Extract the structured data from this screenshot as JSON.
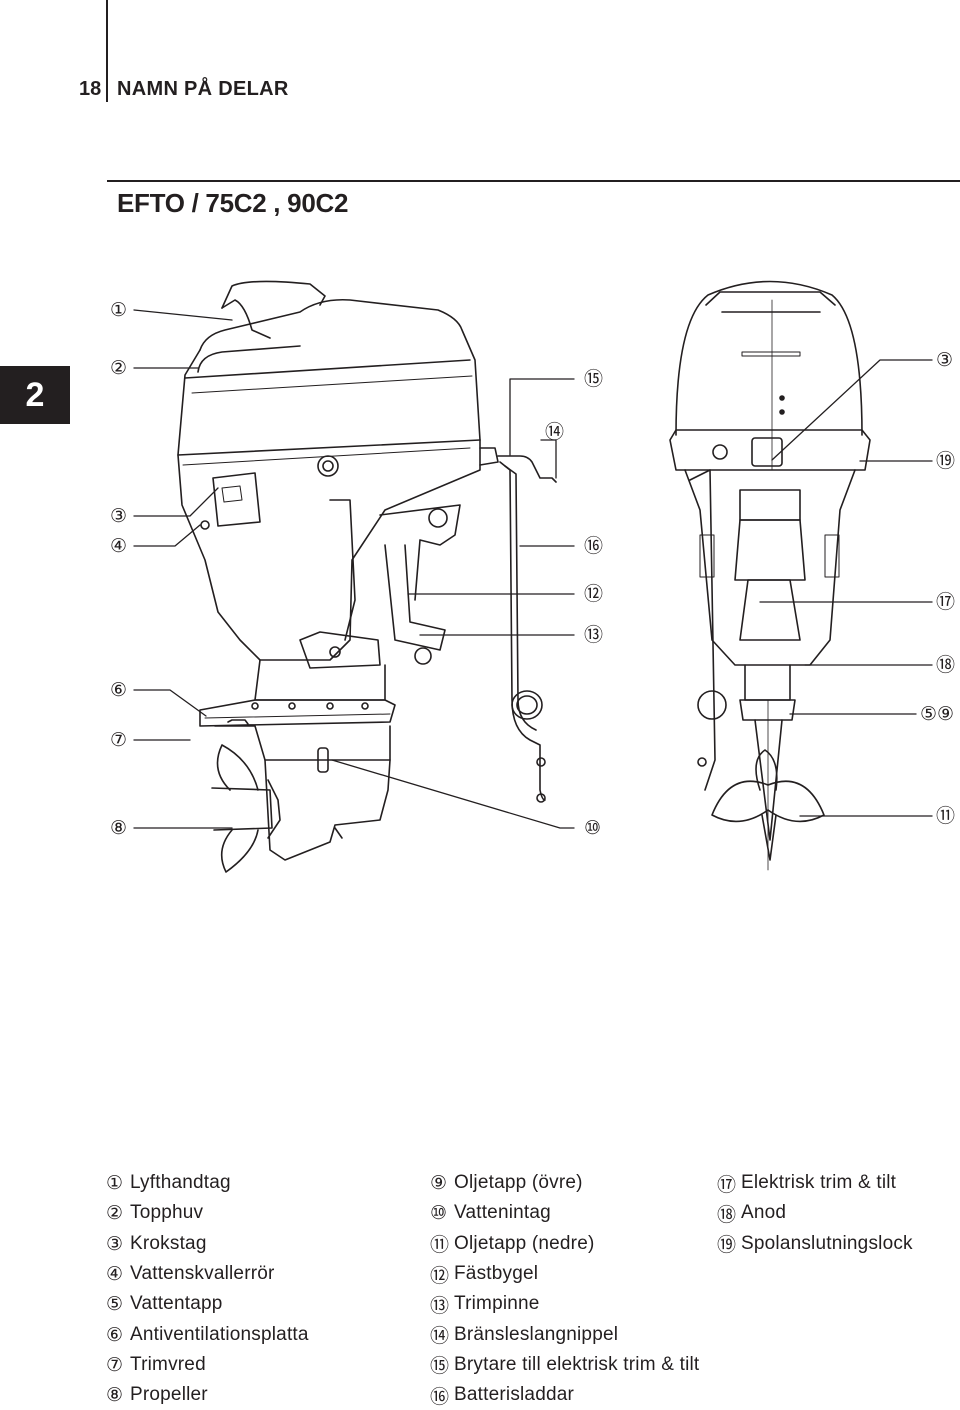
{
  "header": {
    "page_number": "18",
    "section_title": "NAMN PÅ DELAR",
    "chapter_tab": "2"
  },
  "model_title": "EFTO / 75C2 , 90C2",
  "callouts": {
    "side_view": [
      "①",
      "②",
      "③",
      "④",
      "⑥",
      "⑦",
      "⑧"
    ],
    "middle": [
      "⑮",
      "⑭",
      "⑯",
      "⑫",
      "⑬",
      "⑩"
    ],
    "rear_view": [
      "③",
      "⑲",
      "⑰",
      "⑱",
      "⑤⑨",
      "⑪"
    ]
  },
  "legend": {
    "column1": [
      {
        "num": "①",
        "label": "Lyfthandtag"
      },
      {
        "num": "②",
        "label": "Topphuv"
      },
      {
        "num": "③",
        "label": "Krokstag"
      },
      {
        "num": "④",
        "label": "Vattenskvallerrör"
      },
      {
        "num": "⑤",
        "label": "Vattentapp"
      },
      {
        "num": "⑥",
        "label": "Antiventilationsplatta"
      },
      {
        "num": "⑦",
        "label": "Trimvred"
      },
      {
        "num": "⑧",
        "label": "Propeller"
      }
    ],
    "column2": [
      {
        "num": "⑨",
        "label": "Oljetapp (övre)"
      },
      {
        "num": "⑩",
        "label": "Vattenintag"
      },
      {
        "num": "⑪",
        "label": "Oljetapp (nedre)"
      },
      {
        "num": "⑫",
        "label": "Fästbygel"
      },
      {
        "num": "⑬",
        "label": "Trimpinne"
      },
      {
        "num": "⑭",
        "label": "Bränsleslangnippel"
      },
      {
        "num": "⑮",
        "label": "Brytare till elektrisk trim & tilt"
      },
      {
        "num": "⑯",
        "label": "Batterisladdar"
      }
    ],
    "column3": [
      {
        "num": "⑰",
        "label": "Elektrisk trim & tilt"
      },
      {
        "num": "⑱",
        "label": "Anod"
      },
      {
        "num": "⑲",
        "label": "Spolanslutningslock"
      }
    ]
  }
}
